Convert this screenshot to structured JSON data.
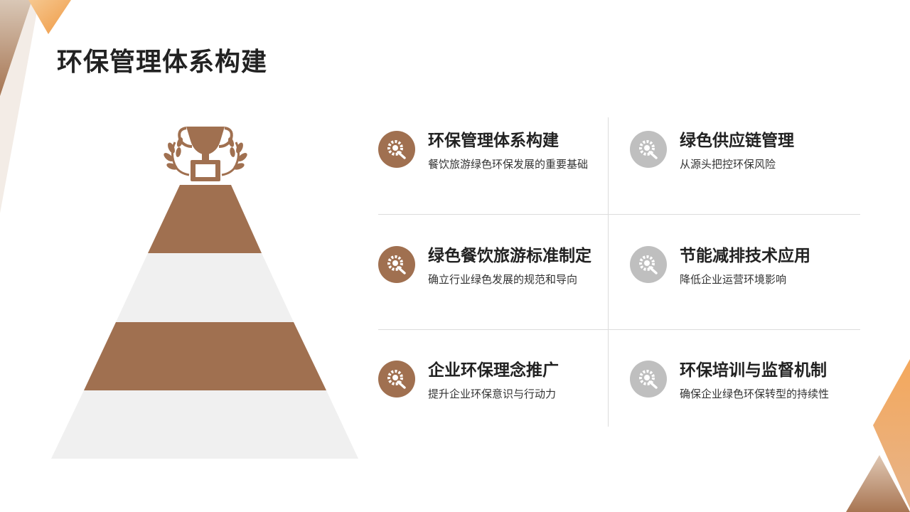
{
  "page": {
    "title": "环保管理体系构建"
  },
  "colors": {
    "accent_brown": "#a07050",
    "light_gray": "#f0f0f0",
    "icon_gray": "#bfbfbf",
    "deco_orange": "#f0a050"
  },
  "pyramid": {
    "icon": "trophy-icon",
    "tiers": [
      "brown",
      "light-gray",
      "brown",
      "light-gray"
    ]
  },
  "items": [
    {
      "title": "环保管理体系构建",
      "subtitle": "餐饮旅游绿色环保发展的重要基础",
      "icon": "gear-wrench-icon",
      "tone": "brown"
    },
    {
      "title": "绿色供应链管理",
      "subtitle": "从源头把控环保风险",
      "icon": "gear-wrench-icon",
      "tone": "gray"
    },
    {
      "title": "绿色餐饮旅游标准制定",
      "subtitle": "确立行业绿色发展的规范和导向",
      "icon": "gear-wrench-icon",
      "tone": "brown"
    },
    {
      "title": "节能减排技术应用",
      "subtitle": "降低企业运营环境影响",
      "icon": "gear-wrench-icon",
      "tone": "gray"
    },
    {
      "title": "企业环保理念推广",
      "subtitle": "提升企业环保意识与行动力",
      "icon": "gear-wrench-icon",
      "tone": "brown"
    },
    {
      "title": "环保培训与监督机制",
      "subtitle": "确保企业绿色环保转型的持续性",
      "icon": "gear-wrench-icon",
      "tone": "gray"
    }
  ]
}
